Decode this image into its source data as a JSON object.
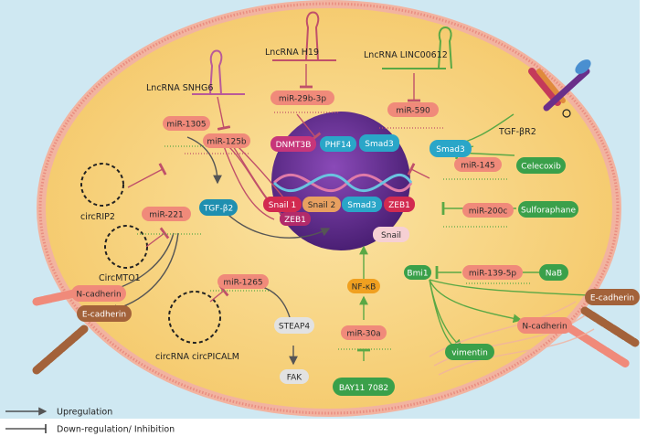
{
  "colors": {
    "background": "#cfe8f2",
    "cell_fill": "#f6d27a",
    "cell_border": "#f2a99a",
    "nucleus": "#5b2a86",
    "mirna_pill": "#f08a7a",
    "green_pill": "#3aa04a",
    "teal_pill": "#1f8fb0",
    "upregulation": "#333333"
  },
  "lncrnas": {
    "snhg6": "LncRNA SNHG6",
    "h19": "LncRNA H19",
    "linc00612": "LncRNA LINC00612"
  },
  "circrnas": {
    "rip2": "circRIP2",
    "mto1": "CircMTO1",
    "picalm": "circRNA circPICALM"
  },
  "mirnas": {
    "mir1305": "miR-1305",
    "mir125b": "miR-125b",
    "mir29b3p": "miR-29b-3p",
    "mir590": "miR-590",
    "mir145": "miR-145",
    "mir200c": "miR-200c",
    "mir221": "miR-221",
    "mir1265": "miR-1265",
    "mir1395p": "miR-139-5p",
    "mir30a": "miR-30a"
  },
  "receptors": {
    "tgfbr2": "TGF-βR2",
    "tgfb2": "TGF-β2"
  },
  "nucleus": {
    "dnmt3b": "DNMT3B",
    "phf14": "PHF14",
    "smad3_top": "Smad3",
    "snail1": "Snail 1",
    "snail2": "Snail 2",
    "smad3_mid": "Smad3",
    "zeb1_right": "ZEB1",
    "zeb1_left": "ZEB1",
    "snail": "Snail"
  },
  "cytoplasm": {
    "smad3": "Smad3",
    "celecoxib": "Celecoxib",
    "sulforaphane": "Sulforaphane",
    "bmi1": "Bmi1",
    "nai": "NaB",
    "nfkb": "NF-κB",
    "vimentin": "vimentin",
    "bay": "BAY11 7082",
    "steap4": "STEAP4",
    "fak": "FAK"
  },
  "markers": {
    "ncad_left": "N-cadherin",
    "ecad_left": "E-cadherin",
    "ecad_right": "E-cadherin",
    "ncad_right": "N-cadherin"
  },
  "legend": {
    "up": "Upregulation",
    "down": "Down-regulation/ Inhibition"
  }
}
